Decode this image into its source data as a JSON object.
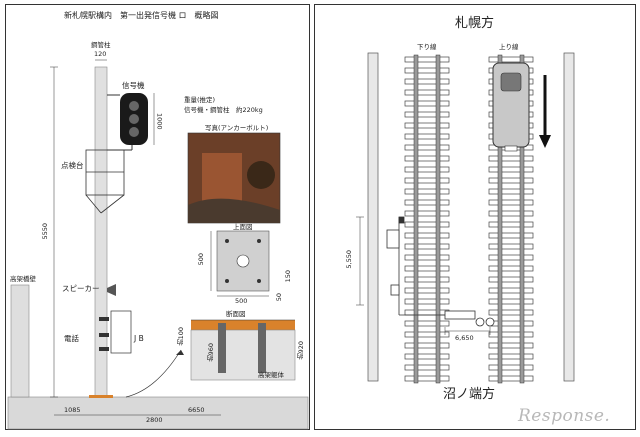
{
  "left": {
    "title": "新札幌駅構内　第一出発信号機 ロ　概略図",
    "labels": {
      "pipe": "鋼管柱",
      "pipe_width": "120",
      "signal": "信号機",
      "signal_height": "1000",
      "weight_title": "重量(推定)",
      "weight_value": "信号機・鋼管柱　約220kg",
      "photo_title": "写真(アンカーボルト)",
      "platform": "点検台",
      "pole_height": "5550",
      "top_view": "上面図",
      "top_h": "500",
      "top_w": "500",
      "top_150": "150",
      "top_50": "50",
      "speaker": "スピーカー",
      "wall": "高架橋壁",
      "phone": "電話",
      "jb": "J B",
      "section": "断面図",
      "sec_100": "約100",
      "sec_960": "約960",
      "sec_920": "約920",
      "sec_body": "高架躯体",
      "dim_1085": "1085",
      "dim_2800": "2800",
      "dim_6650": "6650"
    }
  },
  "right": {
    "north": "札幌方",
    "south": "沼ノ端方",
    "track_down": "下り線",
    "track_up": "上り線",
    "dim_vertical": "5,550",
    "dim_horizontal": "6,650"
  },
  "watermark": "Response."
}
